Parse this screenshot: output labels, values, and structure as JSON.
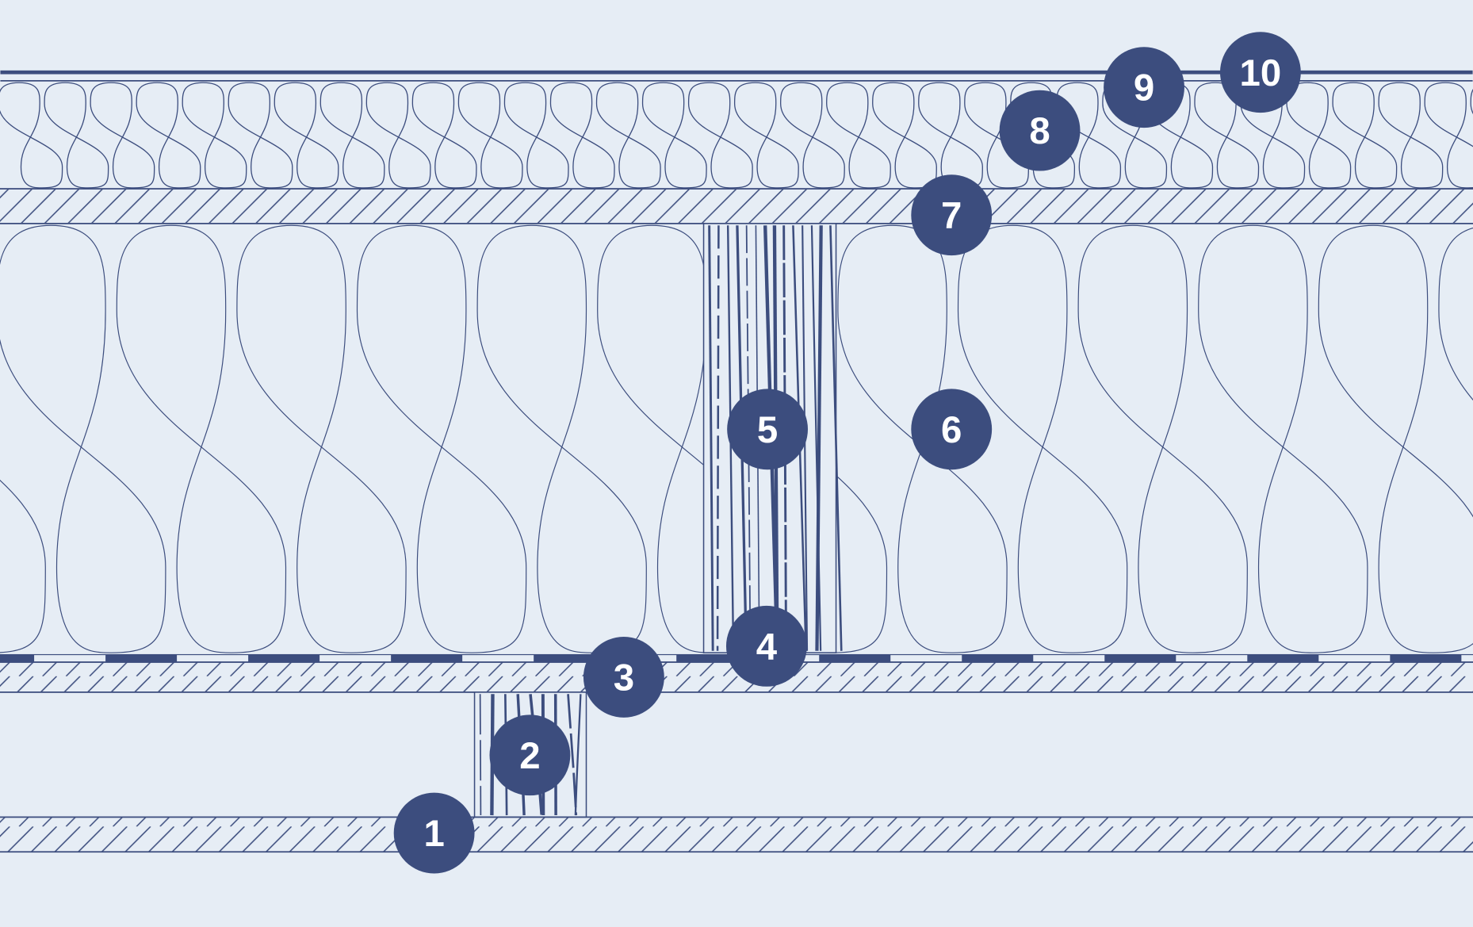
{
  "colors": {
    "background": "#e6edf5",
    "line": "#3c4d7e",
    "marker_fill": "#3c4d7e",
    "marker_text": "#ffffff"
  },
  "markers": [
    {
      "label": "1"
    },
    {
      "label": "2"
    },
    {
      "label": "3"
    },
    {
      "label": "4"
    },
    {
      "label": "5"
    },
    {
      "label": "6"
    },
    {
      "label": "7"
    },
    {
      "label": "8"
    },
    {
      "label": "9"
    },
    {
      "label": "10"
    }
  ]
}
